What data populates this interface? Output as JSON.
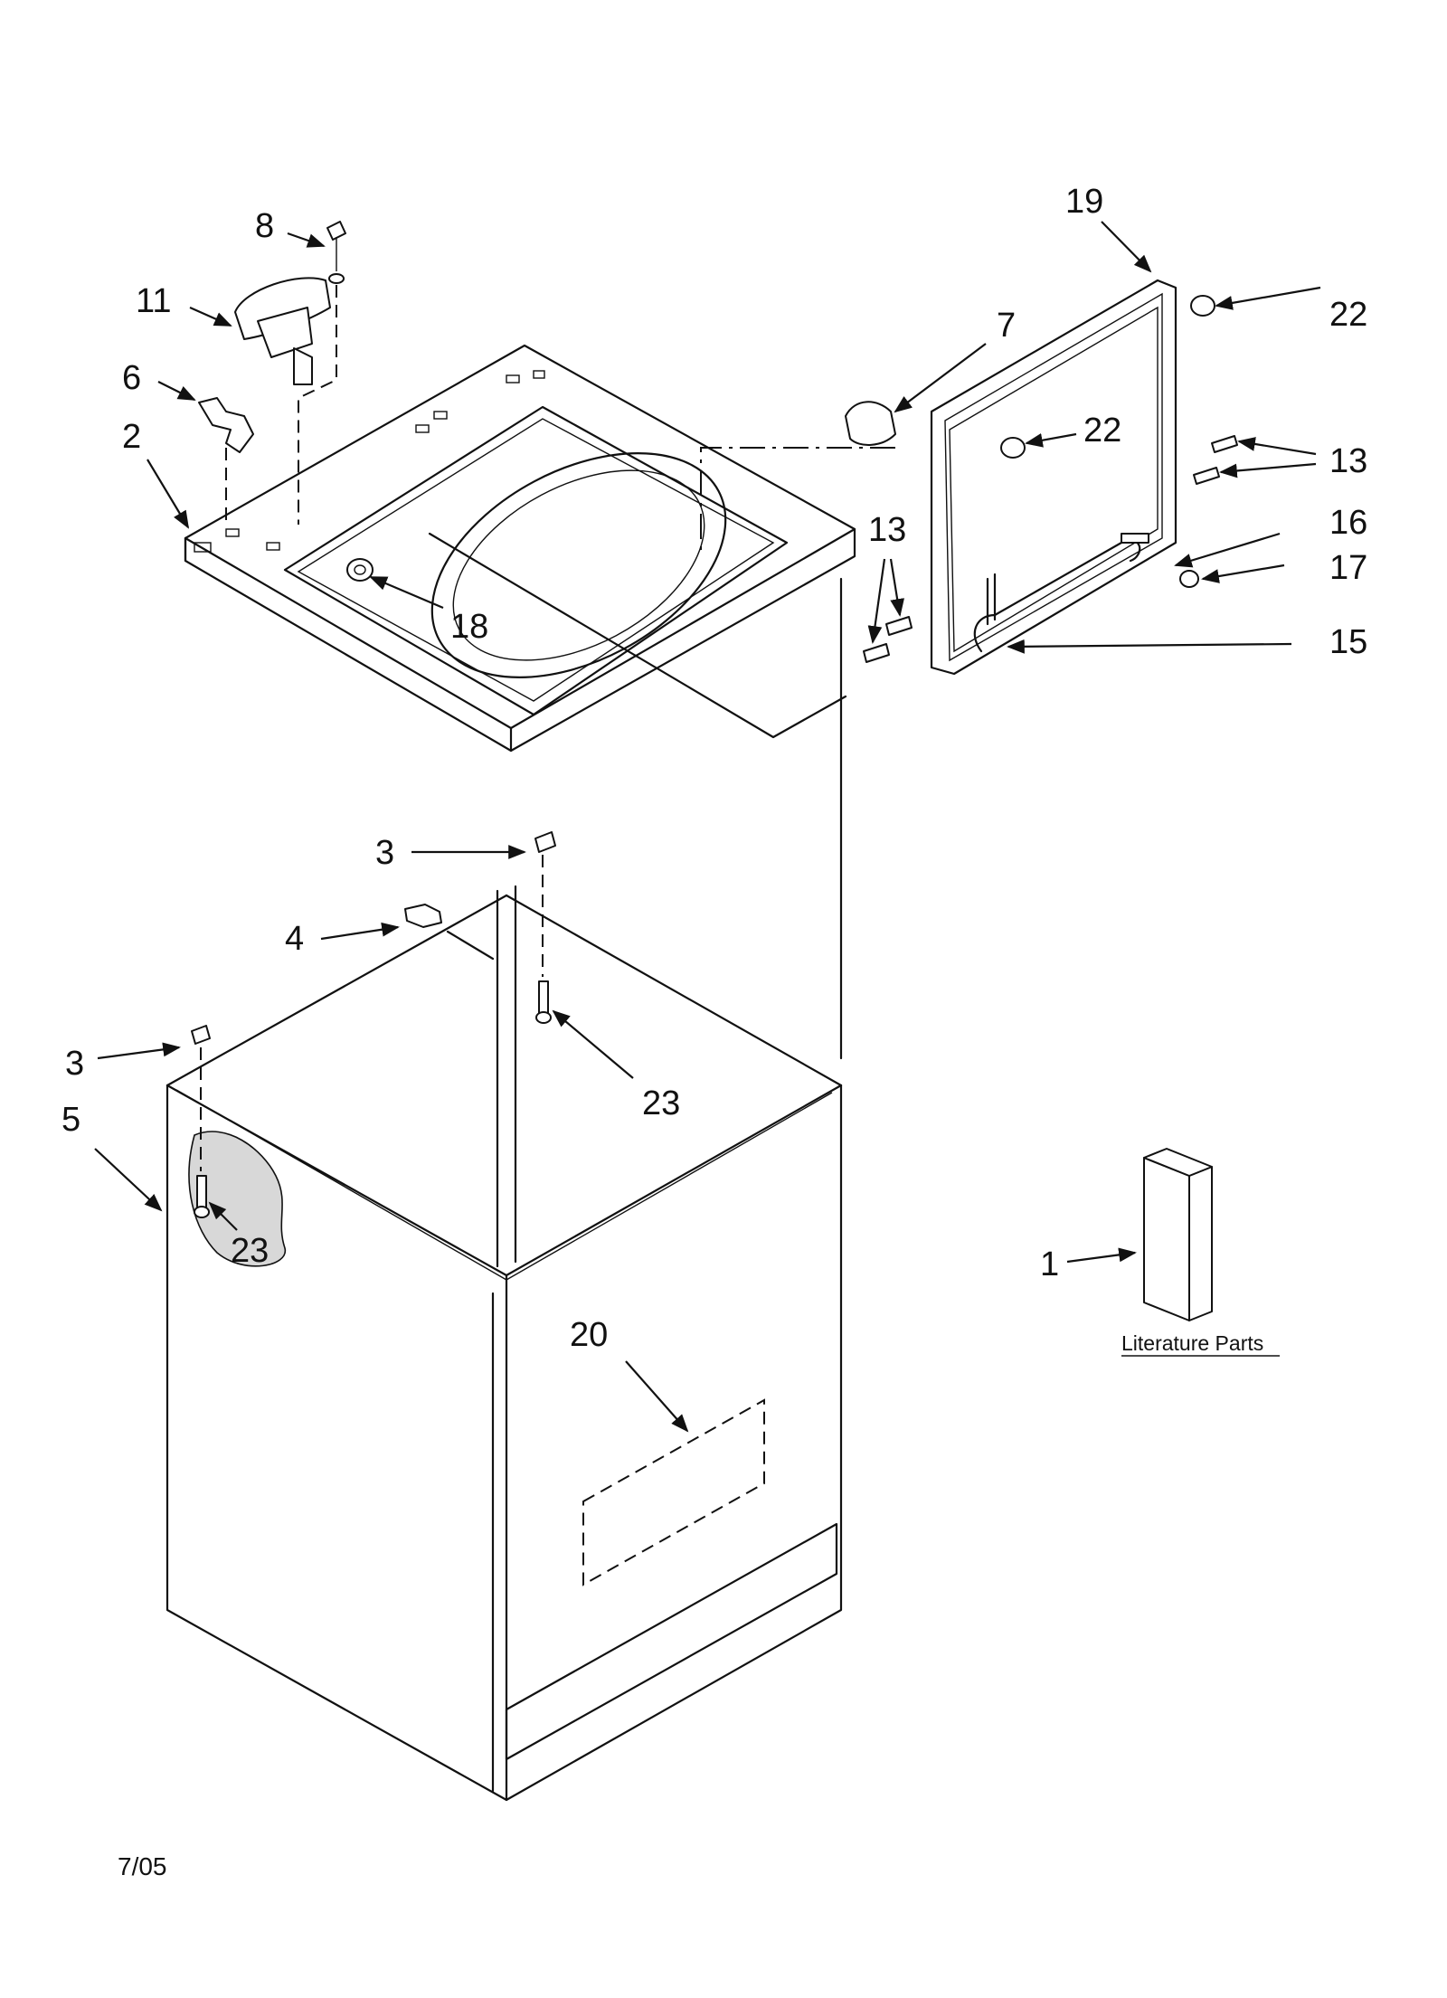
{
  "callouts": {
    "c1": "1",
    "c2": "2",
    "c3a": "3",
    "c3b": "3",
    "c4": "4",
    "c5": "5",
    "c6": "6",
    "c7": "7",
    "c8": "8",
    "c11": "11",
    "c13a": "13",
    "c13b": "13",
    "c15": "15",
    "c16": "16",
    "c17": "17",
    "c18": "18",
    "c19": "19",
    "c20": "20",
    "c22a": "22",
    "c22b": "22",
    "c23a": "23",
    "c23b": "23"
  },
  "literature_label": "Literature Parts",
  "date_code": "7/05"
}
